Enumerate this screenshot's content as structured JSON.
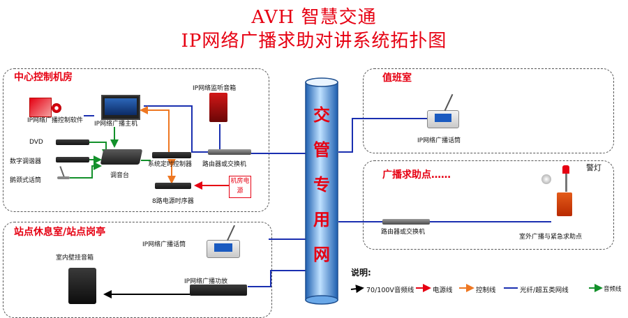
{
  "title_line1": "AVH 智慧交通",
  "title_line2": "IP网络广播求助对讲系统拓扑图",
  "central_room": {
    "title": "中心控制机房",
    "software": "IP网络广播控制软件",
    "host": "IP网络广播主机",
    "dvd": "DVD",
    "tuner": "数字调谐器",
    "gooseneck_mic": "鹅颈式话筒",
    "mixer": "调音台",
    "monitor_speaker": "IP网络监听音箱",
    "timer_controller": "系统定时控制器",
    "router": "路由器或交换机",
    "power_sequencer": "8路电源时序器",
    "room_power": "机房电源"
  },
  "pipe_label": [
    "交",
    "管",
    "专",
    "用",
    "网"
  ],
  "duty_room": {
    "title": "值班室",
    "mic": "IP网络广播话筒"
  },
  "help_point": {
    "title": "广播求助点……",
    "warning_light": "警灯",
    "router": "路由器或交换机",
    "outdoor_terminal": "室外广播与紧急求助点"
  },
  "station_room": {
    "title": "站点休息室/站点岗亭",
    "wall_speaker": "室内壁挂音箱",
    "mic": "IP网络广播话筒",
    "amplifier": "IP网络广播功放"
  },
  "legend": {
    "title": "说明:",
    "items": [
      {
        "label": "70/100V音频线",
        "color": "#000000"
      },
      {
        "label": "电源线",
        "color": "#e60012"
      },
      {
        "label": "控制线",
        "color": "#ee7722"
      },
      {
        "label": "光纤/超五类网线",
        "color": "#1a2fb0"
      },
      {
        "label": "音频线",
        "color": "#12902a"
      }
    ]
  }
}
